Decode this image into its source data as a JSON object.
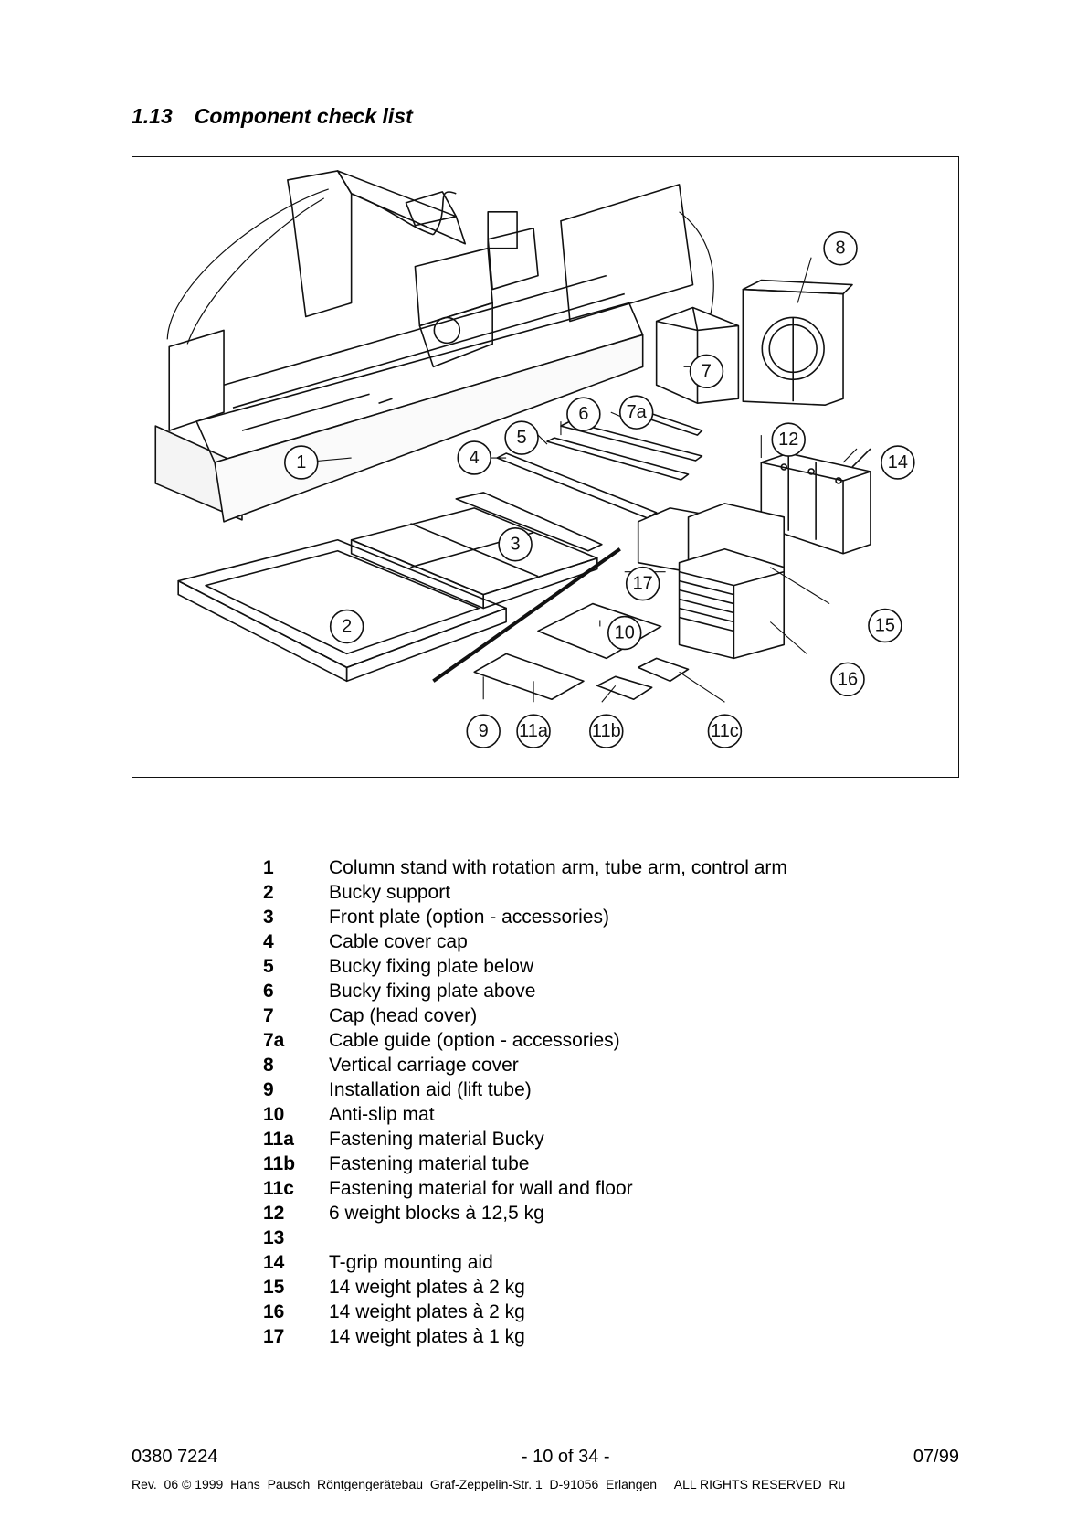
{
  "section": {
    "number": "1.13",
    "title": "Component check list"
  },
  "figure": {
    "callouts": [
      "1",
      "2",
      "3",
      "4",
      "5",
      "6",
      "7",
      "7a",
      "8",
      "9",
      "10",
      "11a",
      "11b",
      "11c",
      "12",
      "14",
      "15",
      "16",
      "17"
    ]
  },
  "items": [
    {
      "num": "1",
      "desc": "Column stand with rotation arm, tube arm, control arm"
    },
    {
      "num": "2",
      "desc": "Bucky support"
    },
    {
      "num": "3",
      "desc": "Front plate (option - accessories)"
    },
    {
      "num": "4",
      "desc": "Cable cover cap"
    },
    {
      "num": "5",
      "desc": "Bucky fixing plate below"
    },
    {
      "num": "6",
      "desc": "Bucky fixing plate above"
    },
    {
      "num": "7",
      "desc": "Cap (head cover)"
    },
    {
      "num": "7a",
      "desc": "Cable guide (option - accessories)"
    },
    {
      "num": "8",
      "desc": "Vertical carriage cover"
    },
    {
      "num": "9",
      "desc": "Installation aid (lift tube)"
    },
    {
      "num": "10",
      "desc": "Anti-slip mat"
    },
    {
      "num": "11a",
      "desc": "Fastening material Bucky"
    },
    {
      "num": "11b",
      "desc": "Fastening material tube"
    },
    {
      "num": "11c",
      "desc": "Fastening material for wall and floor"
    },
    {
      "num": "12",
      "desc": "6 weight blocks à 12,5 kg"
    },
    {
      "num": "13",
      "desc": ""
    },
    {
      "num": "14",
      "desc": "T-grip mounting aid"
    },
    {
      "num": "15",
      "desc": "14 weight plates à 2 kg"
    },
    {
      "num": "16",
      "desc": "14 weight plates à 2 kg"
    },
    {
      "num": "17",
      "desc": "14 weight plates à 1 kg"
    }
  ],
  "footer": {
    "doc_number": "0380 7224",
    "page": "- 10 of 34 -",
    "date": "07/99",
    "imprint": "Rev.  06 © 1999  Hans  Pausch  Röntgengerätebau  Graf-Zeppelin-Str. 1  D-91056  Erlangen     ALL RIGHTS RESERVED  Ru"
  }
}
